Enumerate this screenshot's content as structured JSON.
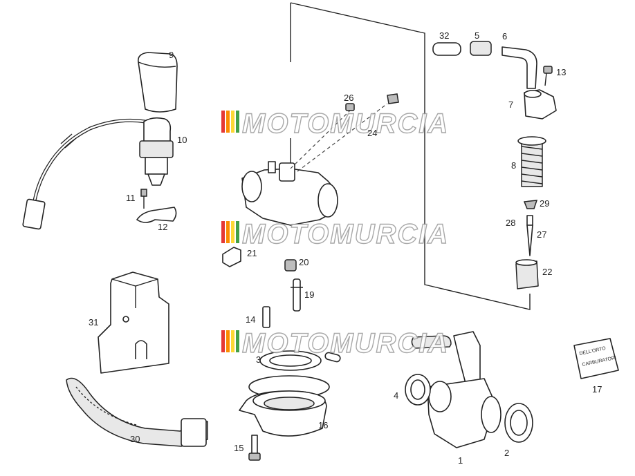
{
  "watermark": {
    "text": "MOTOMURCIA",
    "colors": [
      "#e53935",
      "#fb8c00",
      "#fdd835",
      "#43a047"
    ]
  },
  "callouts": [
    {
      "id": "p1",
      "label": "1"
    },
    {
      "id": "p2",
      "label": "2"
    },
    {
      "id": "p3",
      "label": "3"
    },
    {
      "id": "p4",
      "label": "4"
    },
    {
      "id": "p5",
      "label": "5"
    },
    {
      "id": "p6",
      "label": "6"
    },
    {
      "id": "p7",
      "label": "7"
    },
    {
      "id": "p8",
      "label": "8"
    },
    {
      "id": "p9",
      "label": "9"
    },
    {
      "id": "p10",
      "label": "10"
    },
    {
      "id": "p11",
      "label": "11"
    },
    {
      "id": "p12",
      "label": "12"
    },
    {
      "id": "p13",
      "label": "13"
    },
    {
      "id": "p14",
      "label": "14"
    },
    {
      "id": "p15",
      "label": "15"
    },
    {
      "id": "p16",
      "label": "16"
    },
    {
      "id": "p17",
      "label": "17"
    },
    {
      "id": "p19",
      "label": "19"
    },
    {
      "id": "p20",
      "label": "20"
    },
    {
      "id": "p21",
      "label": "21"
    },
    {
      "id": "p22",
      "label": "22"
    },
    {
      "id": "p24",
      "label": "24"
    },
    {
      "id": "p26",
      "label": "26"
    },
    {
      "id": "p27",
      "label": "27"
    },
    {
      "id": "p28",
      "label": "28"
    },
    {
      "id": "p29",
      "label": "29"
    },
    {
      "id": "p30",
      "label": "30"
    },
    {
      "id": "p31",
      "label": "31"
    },
    {
      "id": "p32",
      "label": "32"
    }
  ],
  "decal": {
    "line1": "DELL'ORTO",
    "line2": "CARBURATORI"
  }
}
